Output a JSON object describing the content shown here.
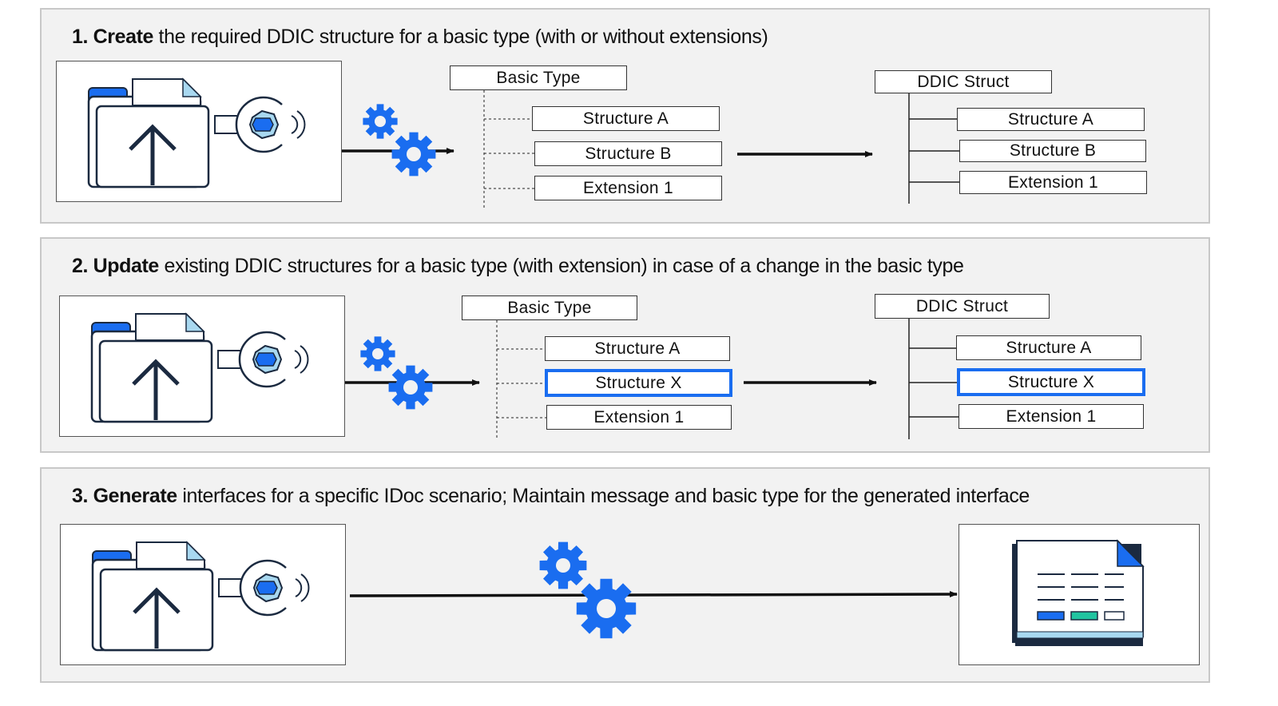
{
  "panels": [
    {
      "title_bold": "1. Create",
      "title_rest": " the required DDIC structure for a basic type (with or without extensions)",
      "source_tree": {
        "root": "Basic Type",
        "children": [
          "Structure  A",
          "Structure  B",
          "Extension  1"
        ]
      },
      "target_tree": {
        "root": "DDIC Struct",
        "children": [
          "Structure  A",
          "Structure  B",
          "Extension  1"
        ]
      }
    },
    {
      "title_bold": "2. Update",
      "title_rest": " existing DDIC structures for a basic type (with extension) in case of a change in the basic type",
      "source_tree": {
        "root": "Basic Type",
        "children": [
          "Structure  A",
          "Structure  X",
          "Extension  1"
        ]
      },
      "target_tree": {
        "root": "DDIC Struct",
        "children": [
          "Structure  A",
          "Structure  X",
          "Extension  1"
        ]
      },
      "highlighted_child": 1
    },
    {
      "title_bold": "3. Generate",
      "title_rest": " interfaces for a specific IDoc scenario; Maintain message and basic type for the generated interface"
    }
  ],
  "colors": {
    "accent_blue": "#1a6df0",
    "light_blue": "#a8d8f0",
    "teal": "#20c4a0",
    "navy": "#1b2a40",
    "panel_bg": "#f2f2f2"
  },
  "icons": [
    "folder-upload-icon",
    "connector-plug-icon",
    "gears-icon",
    "document-icon"
  ]
}
